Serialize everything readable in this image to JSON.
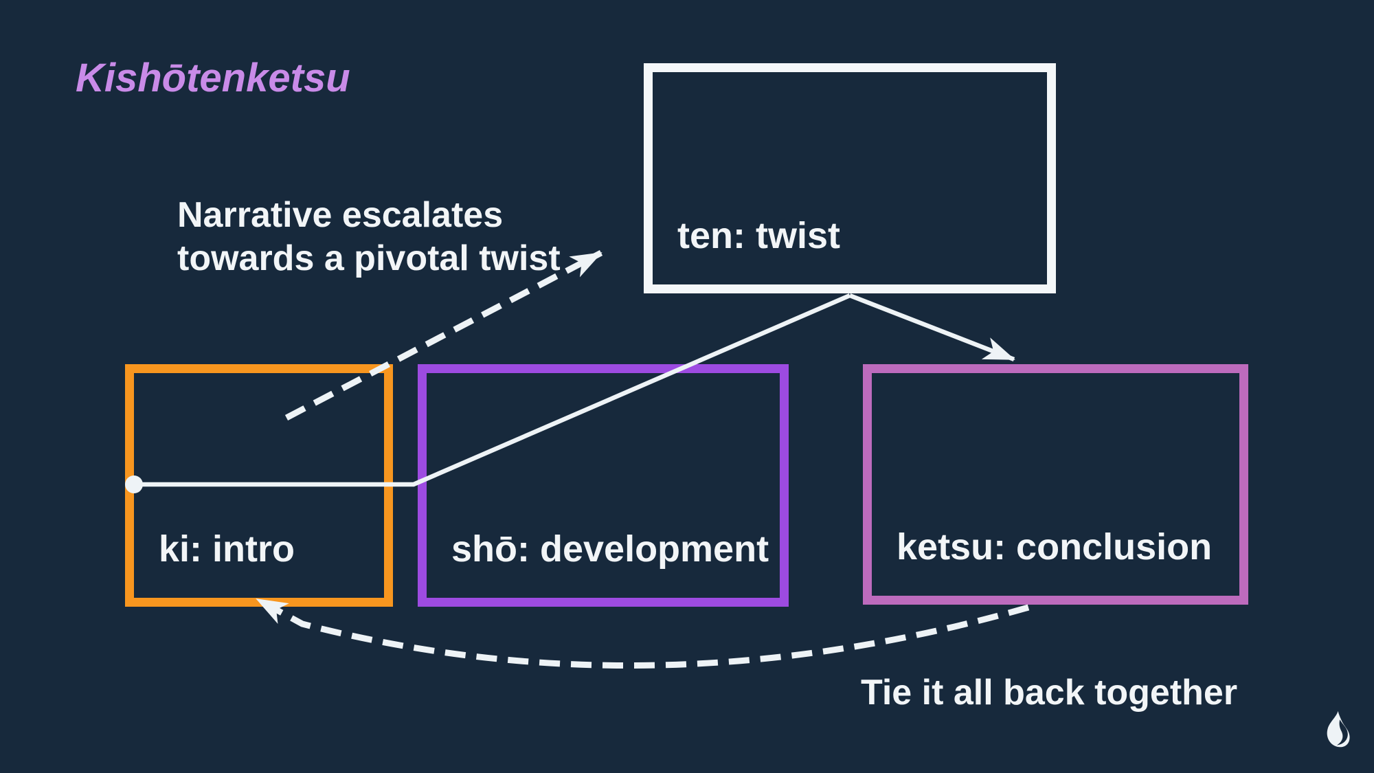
{
  "title": "Kishōtenketsu",
  "annotations": {
    "escalate": {
      "line1": "Narrative escalates",
      "line2": "towards a pivotal twist"
    },
    "tie_back": "Tie it all back together"
  },
  "boxes": [
    {
      "id": "ten",
      "label": "ten: twist"
    },
    {
      "id": "ki",
      "label": "ki: intro"
    },
    {
      "id": "sho",
      "label": "shō: development"
    },
    {
      "id": "ketsu",
      "label": "ketsu: conclusion"
    }
  ],
  "logo": {
    "icon": "flame-logo"
  },
  "colors": {
    "background": "#17293c",
    "text": "#f2f5f7",
    "title": "#c98be8",
    "connector": "#eef3f6",
    "box-ten-border": "#f4f7f9",
    "box-ki-border": "#f8961f",
    "box-sho-border": "#9d4be1",
    "box-ketsu-border": "#bd6bbd"
  }
}
